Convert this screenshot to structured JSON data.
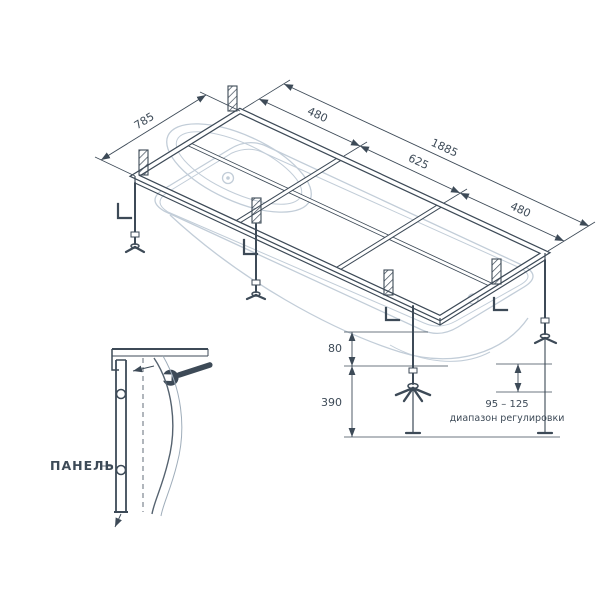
{
  "colors": {
    "line": "#3d4a57",
    "tub_outline": "#c2cdd8",
    "background": "#ffffff"
  },
  "main": {
    "dimensions": {
      "width_785": "785",
      "seg_a_480": "480",
      "length_total_1885": "1885",
      "seg_b_625": "625",
      "seg_c_480": "480",
      "height_80": "80",
      "height_390": "390",
      "range_value": "95 – 125",
      "range_caption": "диапазон регулировки"
    },
    "icons": [
      "wrench-icon",
      "arrow-icon",
      "mounting-stud-hatch"
    ]
  },
  "detail": {
    "label": "ПАНЕЛЬ"
  }
}
